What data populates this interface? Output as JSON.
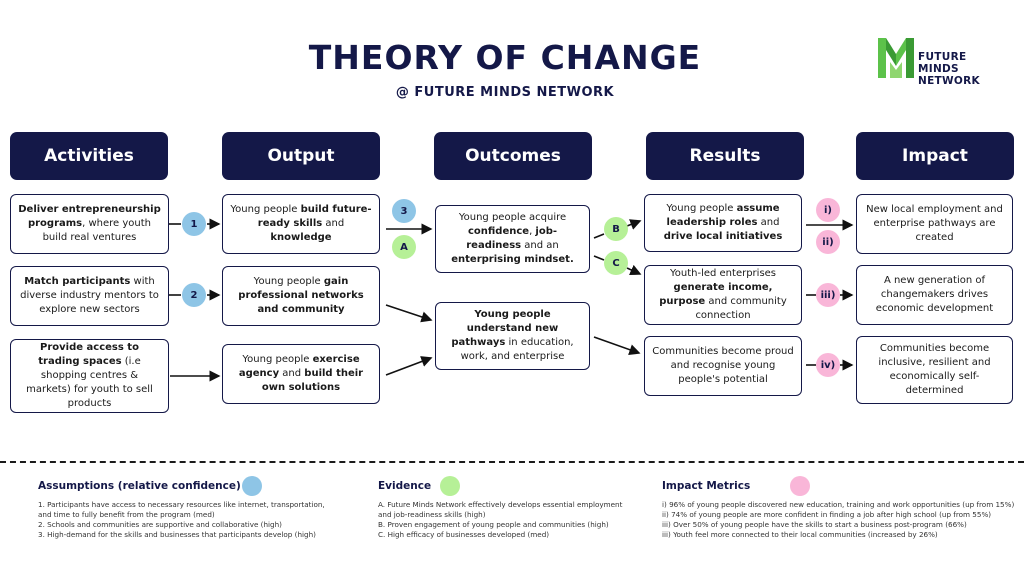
{
  "title": "THEORY OF CHANGE",
  "subtitle": "@ FUTURE MINDS NETWORK",
  "logo": {
    "line1": "FUTURE MINDS",
    "line2": "NETWORK"
  },
  "headers": {
    "activities": "Activities",
    "output": "Output",
    "outcomes": "Outcomes",
    "results": "Results",
    "impact": "Impact"
  },
  "activities": [
    {
      "b1": "Deliver entrepreneurship programs",
      "t1": ", where youth build real ventures"
    },
    {
      "b1": "Match participants",
      "t1": " with diverse industry mentors to explore new sectors"
    },
    {
      "b1": "Provide access to trading spaces",
      "t1": " (i.e shopping centres & markets) for youth to sell products"
    }
  ],
  "outputs": [
    {
      "t0": "Young people ",
      "b1": "build future-ready skills",
      "t1": " and ",
      "b2": "knowledge"
    },
    {
      "t0": "Young people ",
      "b1": "gain professional networks and community"
    },
    {
      "t0": "Young people ",
      "b1": "exercise agency",
      "t1": " and ",
      "b2": "build their own solutions"
    }
  ],
  "outcomes": [
    {
      "t0": "Young people acquire ",
      "b1": "confidence",
      "t1": ", ",
      "b2": "job-readiness",
      "t2": " and an ",
      "b3": "enterprising mindset."
    },
    {
      "b1": "Young people understand new pathways",
      "t1": " in education, work, and enterprise"
    }
  ],
  "results": [
    {
      "t0": "Young people ",
      "b1": "assume leadership roles",
      "t1": " and ",
      "b2": "drive local initiatives"
    },
    {
      "t0": "Youth-led enterprises ",
      "b1": "generate income, purpose",
      "t1": " and community connection"
    },
    {
      "t0": "Communities become proud and recognise young people's potential"
    }
  ],
  "impacts": [
    "New local employment and enterprise pathways are created",
    "A new generation of changemakers drives economic development",
    "Communities become inclusive, resilient and economically self-determined"
  ],
  "badges": {
    "b1": "1",
    "b2": "2",
    "b3": "3",
    "ga": "A",
    "gb": "B",
    "gc": "C",
    "p1": "i)",
    "p2": "ii)",
    "p3": "iii)",
    "p4": "iv)"
  },
  "colors": {
    "navy": "#141848",
    "assumption": "#8ec5e6",
    "evidence": "#b6f097",
    "metric": "#f9b6d8",
    "logo_green": "#5cc24a"
  },
  "legend": {
    "assumptions": {
      "title": "Assumptions (relative confidence)",
      "items": [
        "1. Participants have access to necessary resources like internet, transportation, and time to fully benefit from the program (med)",
        "2. Schools and communities are supportive and collaborative (high)",
        "3. High-demand for the skills and businesses that participants develop (high)"
      ]
    },
    "evidence": {
      "title": "Evidence",
      "items": [
        "A. Future Minds Network effectively develops essential employment and job-readiness skills (high)",
        "B. Proven engagement of young people and communities (high)",
        "C. High efficacy of businesses developed (med)"
      ]
    },
    "metrics": {
      "title": "Impact Metrics",
      "items": [
        "i) 96% of young people discovered new education,  training and work opportunities (up from 15%)",
        "ii) 74% of young people are more confident in finding a job after high school (up from 55%)",
        "iii) Over 50% of young people have the skills to start a business post-program (66%)",
        "iii) Youth feel more connected to their local communities (increased by 26%)"
      ]
    }
  }
}
